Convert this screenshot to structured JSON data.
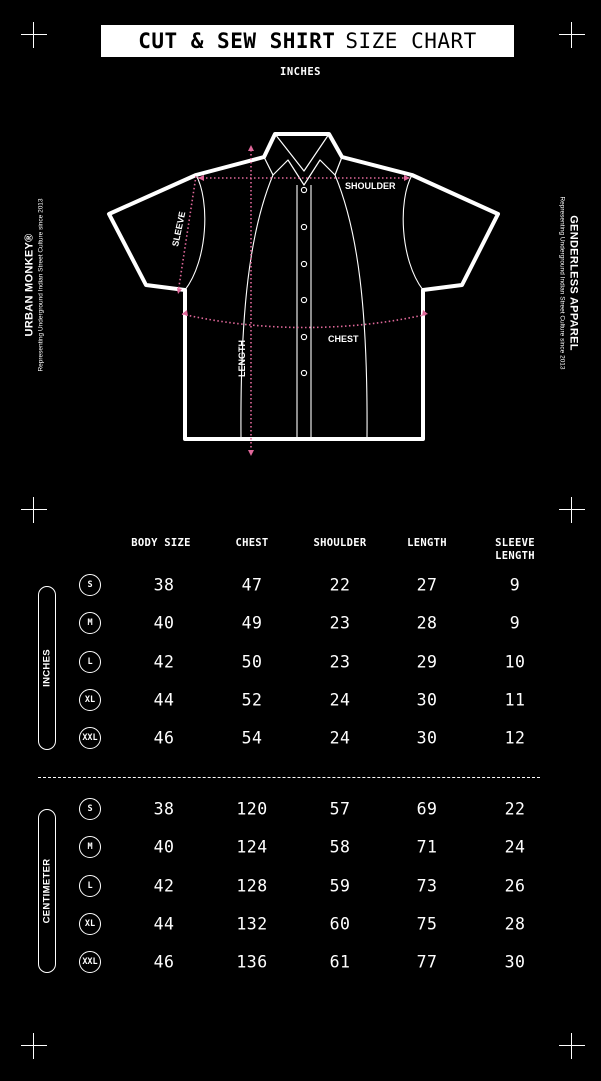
{
  "title": {
    "bold": "CUT & SEW SHIRT",
    "regular": "SIZE CHART"
  },
  "unit_subtitle": "INCHES",
  "brand_left": {
    "name": "URBAN MONKEY®",
    "tagline": "Representing Underground Indian Street Culture since 2013"
  },
  "brand_right": {
    "name": "GENDERLESS APPAREL",
    "tagline": "Representing Underground Indian Street Culture since 2013"
  },
  "diagram_labels": {
    "shoulder": "SHOULDER",
    "sleeve": "SLEEVE",
    "chest": "CHEST",
    "length": "LENGTH"
  },
  "measure_color": "#e0689a",
  "columns": [
    "BODY SIZE",
    "CHEST",
    "SHOULDER",
    "LENGTH",
    "SLEEVE LENGTH"
  ],
  "sizes": [
    "S",
    "M",
    "L",
    "XL",
    "XXL"
  ],
  "tables": [
    {
      "unit": "INCHES",
      "rows": [
        [
          "38",
          "47",
          "22",
          "27",
          "9"
        ],
        [
          "40",
          "49",
          "23",
          "28",
          "9"
        ],
        [
          "42",
          "50",
          "23",
          "29",
          "10"
        ],
        [
          "44",
          "52",
          "24",
          "30",
          "11"
        ],
        [
          "46",
          "54",
          "24",
          "30",
          "12"
        ]
      ]
    },
    {
      "unit": "CENTIMETER",
      "rows": [
        [
          "38",
          "120",
          "57",
          "69",
          "22"
        ],
        [
          "40",
          "124",
          "58",
          "71",
          "24"
        ],
        [
          "42",
          "128",
          "59",
          "73",
          "26"
        ],
        [
          "44",
          "132",
          "60",
          "75",
          "28"
        ],
        [
          "46",
          "136",
          "61",
          "77",
          "30"
        ]
      ]
    }
  ]
}
